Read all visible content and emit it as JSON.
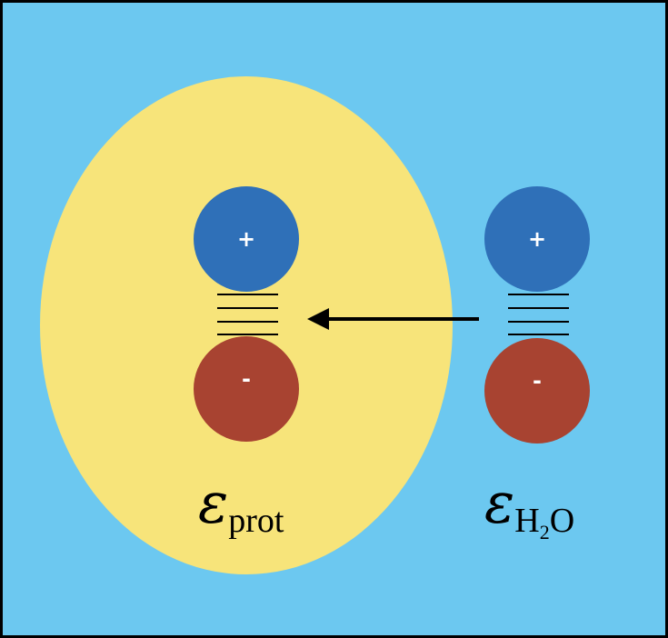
{
  "colors": {
    "background": "#6cc8f0",
    "protein_region": "#f7e47a",
    "positive_charge": "#2f70b8",
    "negative_charge": "#a84331",
    "bond_lines": "#000000",
    "arrow": "#000000",
    "frame": "#000000"
  },
  "protein_dipole": {
    "positive_symbol": "+",
    "negative_symbol": "-"
  },
  "water_dipole": {
    "positive_symbol": "+",
    "negative_symbol": "-"
  },
  "labels": {
    "protein": {
      "symbol": "ε",
      "subscript": "prot"
    },
    "water": {
      "symbol": "ε",
      "subscript_main": "H",
      "subscript_index": "2",
      "subscript_end": "O"
    }
  },
  "arrow": {
    "direction": "left"
  },
  "icons": [
    "arrow-left-icon"
  ]
}
